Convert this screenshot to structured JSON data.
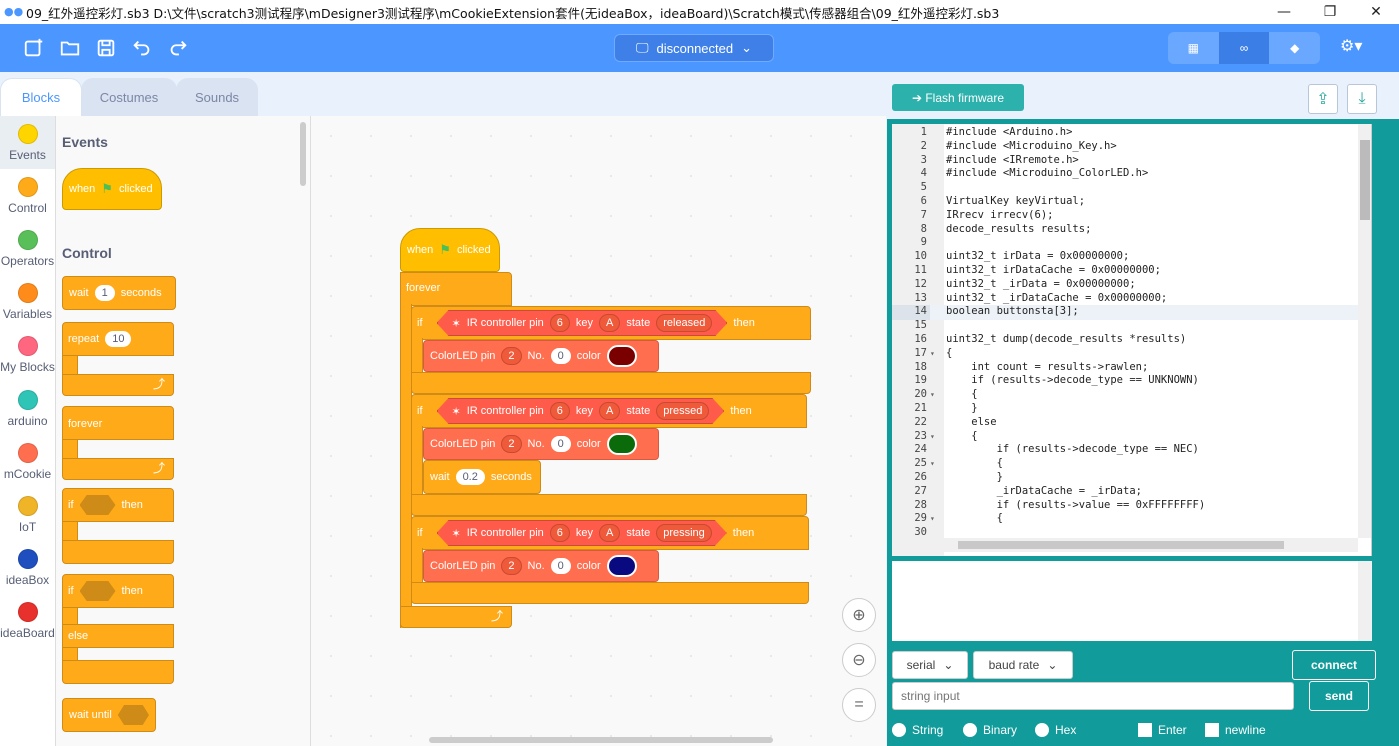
{
  "window": {
    "title": "09_红外遥控彩灯.sb3 D:\\文件\\scratch3测试程序\\mDesigner3测试程序\\mCookieExtension套件(无ideaBox，ideaBoard)\\Scratch模式\\传感器组合\\09_红外遥控彩灯.sb3",
    "min": "—",
    "max": "❐",
    "close": "✕"
  },
  "menu": {
    "connection": "disconnected"
  },
  "tabs": [
    "Blocks",
    "Costumes",
    "Sounds"
  ],
  "categories": [
    {
      "label": "Events",
      "color": "#ffd500"
    },
    {
      "label": "Control",
      "color": "#ffab19"
    },
    {
      "label": "Operators",
      "color": "#59c059"
    },
    {
      "label": "Variables",
      "color": "#ff8c1a"
    },
    {
      "label": "My Blocks",
      "color": "#ff6680"
    },
    {
      "label": "arduino",
      "color": "#2ec4b6"
    },
    {
      "label": "mCookie",
      "color": "#ff6f4f"
    },
    {
      "label": "IoT",
      "color": "#f0b429"
    },
    {
      "label": "ideaBox",
      "color": "#1f4fbf"
    },
    {
      "label": "ideaBoard",
      "color": "#e8302d"
    }
  ],
  "palette": {
    "events_title": "Events",
    "control_title": "Control",
    "when": "when",
    "clicked": "clicked",
    "wait": "wait",
    "wait_val": "1",
    "seconds": "seconds",
    "repeat": "repeat",
    "repeat_val": "10",
    "forever": "forever",
    "if": "if",
    "then": "then",
    "else": "else",
    "wait_until": "wait until"
  },
  "script": {
    "when": "when",
    "clicked": "clicked",
    "forever": "forever",
    "if": "if",
    "then": "then",
    "ir": "IR controller pin",
    "pin": "6",
    "key": "key",
    "key_val": "A",
    "state": "state",
    "state1": "released",
    "state2": "pressed",
    "state3": "pressing",
    "led": "ColorLED pin",
    "led_pin": "2",
    "no": "No.",
    "no_val": "0",
    "color": "color",
    "colors": [
      "#7a0000",
      "#0b6b0b",
      "#0a0a80"
    ],
    "wait": "wait",
    "wait_val": "0.2",
    "seconds": "seconds"
  },
  "right": {
    "flash": "➔ Flash firmware"
  },
  "code": [
    "#include <Arduino.h>",
    "#include <Microduino_Key.h>",
    "#include <IRremote.h>",
    "#include <Microduino_ColorLED.h>",
    "",
    "VirtualKey keyVirtual;",
    "IRrecv irrecv(6);",
    "decode_results results;",
    "",
    "uint32_t irData = 0x00000000;",
    "uint32_t irDataCache = 0x00000000;",
    "uint32_t _irData = 0x00000000;",
    "uint32_t _irDataCache = 0x00000000;",
    "boolean buttonsta[3];",
    "",
    "uint32_t dump(decode_results *results)",
    "{",
    "    int count = results->rawlen;",
    "    if (results->decode_type == UNKNOWN)",
    "    {",
    "    }",
    "    else",
    "    {",
    "        if (results->decode_type == NEC)",
    "        {",
    "        }",
    "        _irDataCache = _irData;",
    "        if (results->value == 0xFFFFFFFF)",
    "        {",
    ""
  ],
  "serial": {
    "serial": "serial",
    "baud": "baud rate",
    "connect": "connect",
    "placeholder": "string input",
    "send": "send",
    "radios": [
      "String",
      "Binary",
      "Hex"
    ],
    "checks": [
      "Enter",
      "newline"
    ]
  }
}
